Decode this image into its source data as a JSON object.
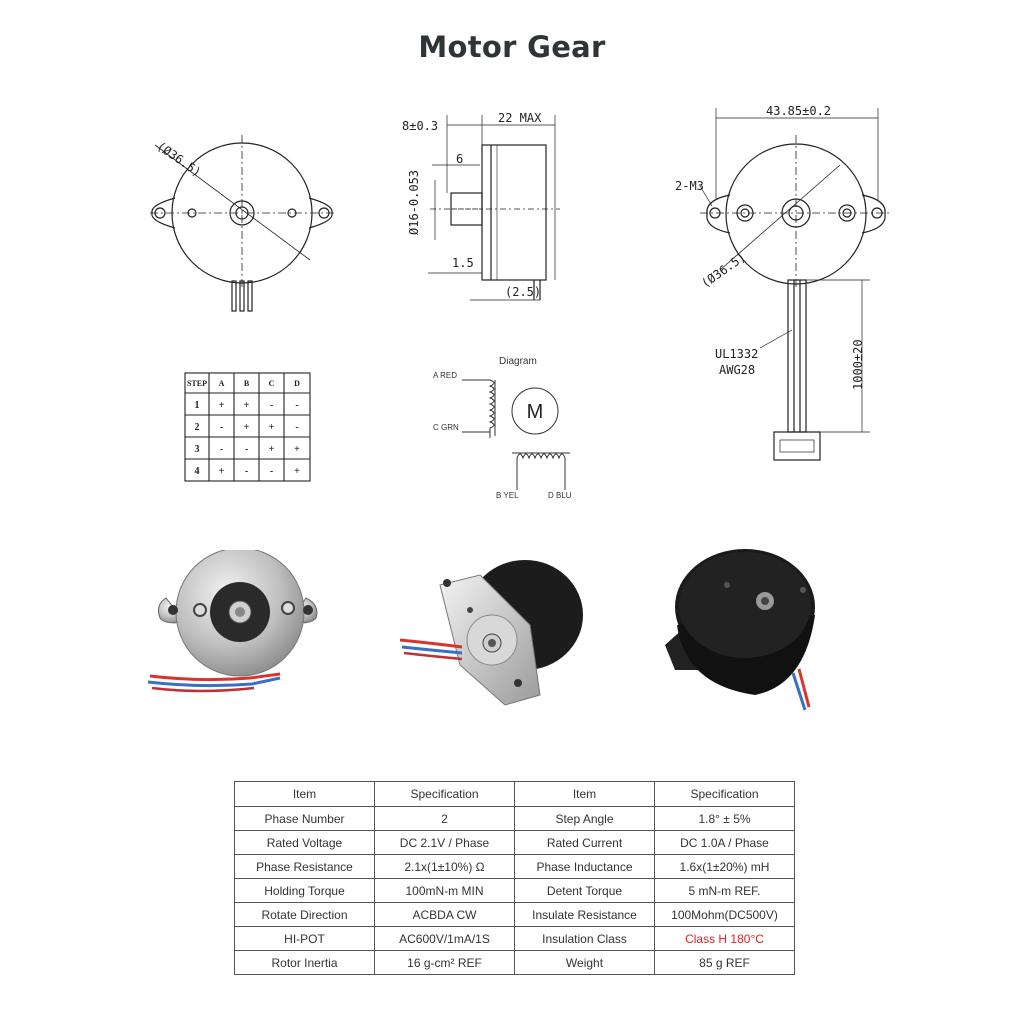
{
  "title": "Motor Gear",
  "drawings": {
    "front": {
      "diameter_label": "(Ø36.5)"
    },
    "side": {
      "width_label": "8±0.3",
      "max_label": "22 MAX",
      "shaft_label": "6",
      "shaft_dia_label": "Ø16-0.053",
      "flange_label": "1.5",
      "gap_label": "(2.5)"
    },
    "rear": {
      "width_label": "43.85±0.2",
      "holes_label": "2-M3",
      "diameter_label": "(Ø36.5)",
      "cable_label_1": "UL1332",
      "cable_label_2": "AWG28",
      "length_label": "1000±20"
    }
  },
  "step_table": {
    "headers": [
      "STEP",
      "A",
      "B",
      "C",
      "D"
    ],
    "rows": [
      [
        "1",
        "+",
        "+",
        "-",
        "-"
      ],
      [
        "2",
        "-",
        "+",
        "+",
        "-"
      ],
      [
        "3",
        "-",
        "-",
        "+",
        "+"
      ],
      [
        "4",
        "+",
        "-",
        "-",
        "+"
      ]
    ]
  },
  "wiring": {
    "title": "Diagram",
    "motor_label": "M",
    "a_label": "A RED",
    "c_label": "C GRN",
    "b_label": "B YEL",
    "d_label": "D BLU"
  },
  "colors": {
    "title": "#2f3437",
    "highlight": "#e02020",
    "wire_red": "#d9342b",
    "wire_blue": "#3a6fc4"
  },
  "spec_table": {
    "headers": [
      "Item",
      "Specification",
      "Item",
      "Specification"
    ],
    "rows": [
      [
        "Phase Number",
        "2",
        "Step Angle",
        "1.8° ± 5%"
      ],
      [
        "Rated Voltage",
        "DC 2.1V / Phase",
        "Rated Current",
        "DC 1.0A / Phase"
      ],
      [
        "Phase Resistance",
        "2.1x(1±10%) Ω",
        "Phase Inductance",
        "1.6x(1±20%) mH"
      ],
      [
        "Holding Torque",
        "100mN-m MIN",
        "Detent Torque",
        "5 mN-m REF."
      ],
      [
        "Rotate Direction",
        "ACBDA CW",
        "Insulate Resistance",
        "100Mohm(DC500V)"
      ],
      [
        "HI-POT",
        "AC600V/1mA/1S",
        "Insulation Class",
        "Class H 180°C"
      ],
      [
        "Rotor Inertia",
        "16 g-cm² REF",
        "Weight",
        "85 g REF"
      ]
    ]
  }
}
